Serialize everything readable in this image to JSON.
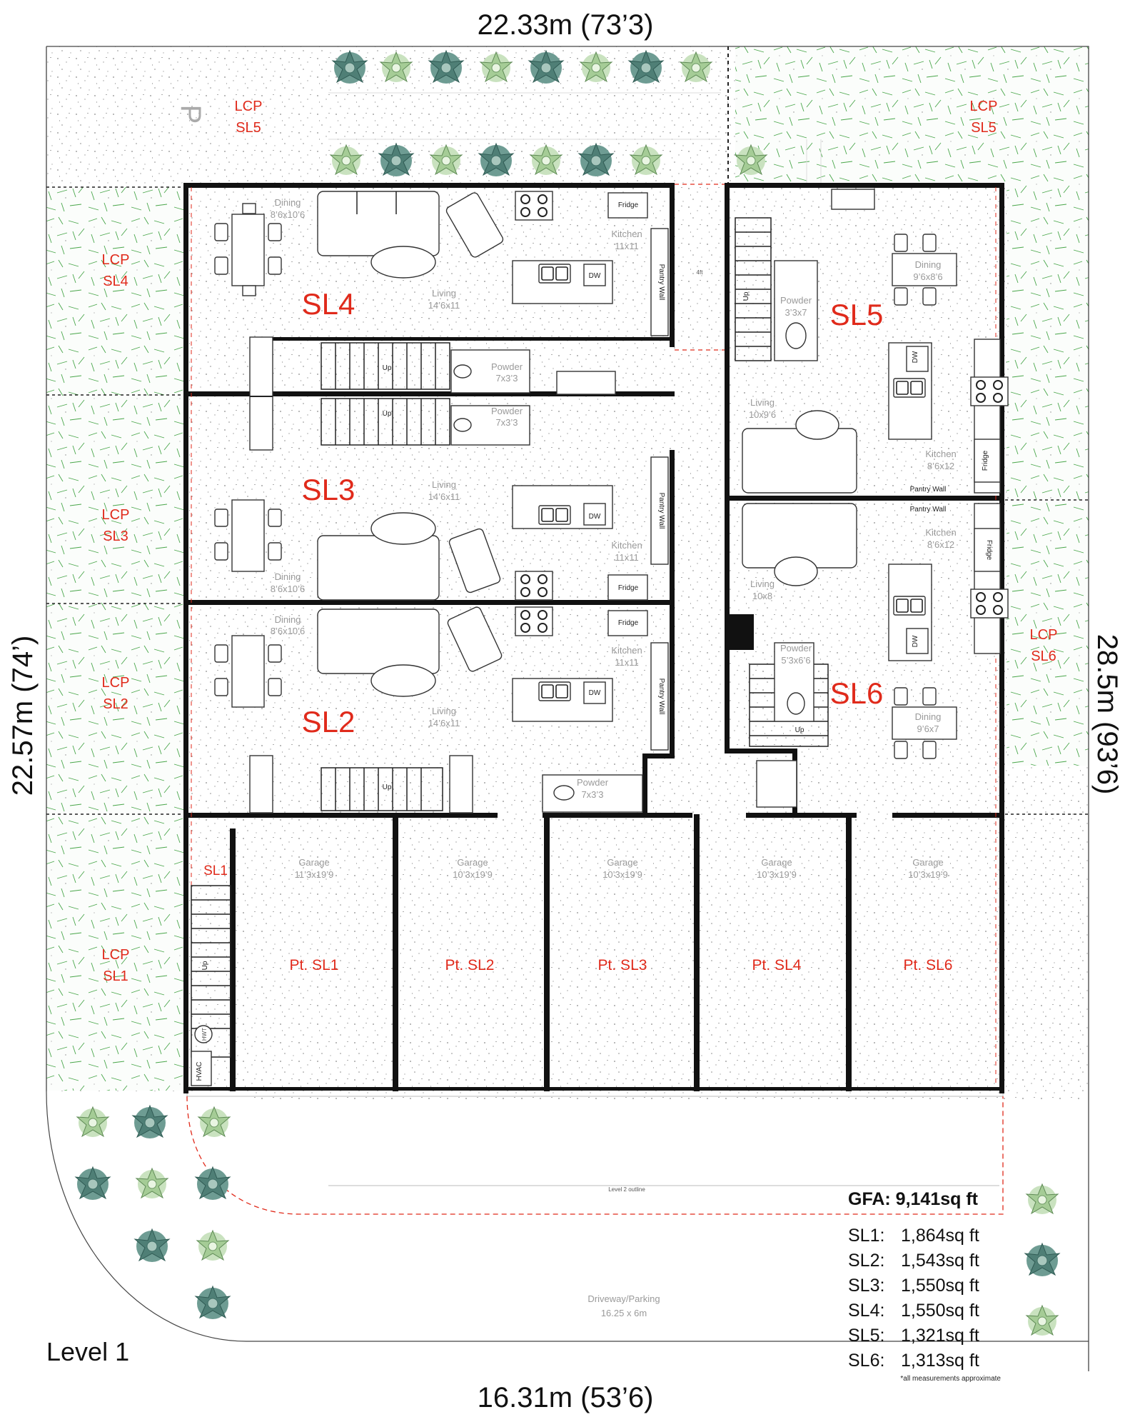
{
  "dimensions": {
    "top": "22.33m (73’3)",
    "bottom": "16.31m (53’6)",
    "left": "22.57m (74’)",
    "right": "28.5m (93’6)"
  },
  "level_label": "Level 1",
  "units": [
    {
      "id": "SL4",
      "label": "SL4"
    },
    {
      "id": "SL3",
      "label": "SL3"
    },
    {
      "id": "SL2",
      "label": "SL2"
    },
    {
      "id": "SL5",
      "label": "SL5"
    },
    {
      "id": "SL6",
      "label": "SL6"
    },
    {
      "id": "SL1",
      "label": "SL1"
    }
  ],
  "lcp_labels": [
    {
      "line1": "LCP",
      "line2": "SL5"
    },
    {
      "line1": "LCP",
      "line2": "SL5"
    },
    {
      "line1": "LCP",
      "line2": "SL4"
    },
    {
      "line1": "LCP",
      "line2": "SL3"
    },
    {
      "line1": "LCP",
      "line2": "SL2"
    },
    {
      "line1": "LCP",
      "line2": "SL1"
    },
    {
      "line1": "LCP",
      "line2": "SL6"
    }
  ],
  "rooms": [
    {
      "name": "Dining",
      "size": "8’6x10’6"
    },
    {
      "name": "Kitchen",
      "size": "11x11"
    },
    {
      "name": "Living",
      "size": "14’6x11"
    },
    {
      "name": "Powder",
      "size": "7x3’3"
    },
    {
      "name": "Powder",
      "size": "7x3’3"
    },
    {
      "name": "Living",
      "size": "14’6x11"
    },
    {
      "name": "Kitchen",
      "size": "11x11"
    },
    {
      "name": "Dining",
      "size": "8’6x10’6"
    },
    {
      "name": "Dining",
      "size": "8’6x10’6"
    },
    {
      "name": "Kitchen",
      "size": "11x11"
    },
    {
      "name": "Living",
      "size": "14’6x11"
    },
    {
      "name": "Powder",
      "size": "7x3’3"
    },
    {
      "name": "Dining",
      "size": "9’6x8’6"
    },
    {
      "name": "Powder",
      "size": "3’3x7"
    },
    {
      "name": "Living",
      "size": "10x9’6"
    },
    {
      "name": "Kitchen",
      "size": "8’6x12"
    },
    {
      "name": "Kitchen",
      "size": "8’6x12"
    },
    {
      "name": "Living",
      "size": "10x8"
    },
    {
      "name": "Powder",
      "size": "5’3x6’6"
    },
    {
      "name": "Dining",
      "size": "9’6x7"
    }
  ],
  "garages": [
    {
      "name": "Garage",
      "size": "11’3x19’9",
      "label": "Pt. SL1"
    },
    {
      "name": "Garage",
      "size": "10’3x19’9",
      "label": "Pt. SL2"
    },
    {
      "name": "Garage",
      "size": "10’3x19’9",
      "label": "Pt. SL3"
    },
    {
      "name": "Garage",
      "size": "10’3x19’9",
      "label": "Pt. SL4"
    },
    {
      "name": "Garage",
      "size": "10’3x19’9",
      "label": "Pt. SL6"
    }
  ],
  "small_labels": {
    "fridge": "Fridge",
    "dw": "DW",
    "pantry_wall": "Pantry Wall",
    "up": "Up",
    "four_ft": "4ft",
    "hvac": "HVAC",
    "hwt": "HWT",
    "parking_sign": "P",
    "level2_outline": "Level 2 outline"
  },
  "driveway": {
    "name": "Driveway/Parking",
    "size": "16.25 x 6m"
  },
  "gfa": {
    "title": "GFA: 9,141sq ft",
    "rows": [
      {
        "unit": "SL1:",
        "area": "1,864sq ft"
      },
      {
        "unit": "SL2:",
        "area": "1,543sq ft"
      },
      {
        "unit": "SL3:",
        "area": "1,550sq ft"
      },
      {
        "unit": "SL4:",
        "area": "1,550sq ft"
      },
      {
        "unit": "SL5:",
        "area": "1,321sq ft"
      },
      {
        "unit": "SL6:",
        "area": "1,313sq ft"
      }
    ],
    "note": "*all measurements approximate"
  },
  "colors": {
    "unit_label": "#e02a1b",
    "wall": "#111111",
    "grass": "#3f9a3f",
    "shrub_dark": "#5f8f86",
    "shrub_light": "#a9cc9e",
    "room_text": "#9a9a9a"
  }
}
